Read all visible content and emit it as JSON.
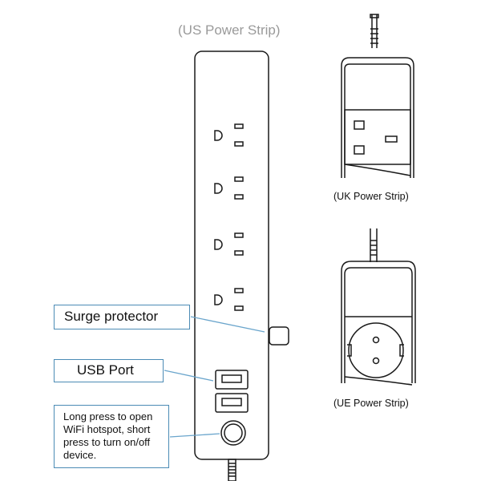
{
  "title": "(US Power Strip)",
  "uk_caption": "(UK Power Strip)",
  "ue_caption": "(UE Power Strip)",
  "callouts": {
    "surge": "Surge protector",
    "usb": "USB Port",
    "button_desc": [
      "Long press to open",
      "WiFi hotspot, short",
      "press to turn on/off",
      "device."
    ]
  },
  "colors": {
    "line": "#1a1a1a",
    "callout_border": "#4b8bb5",
    "leader": "#6aa5cc",
    "title": "#9a9a9a"
  }
}
